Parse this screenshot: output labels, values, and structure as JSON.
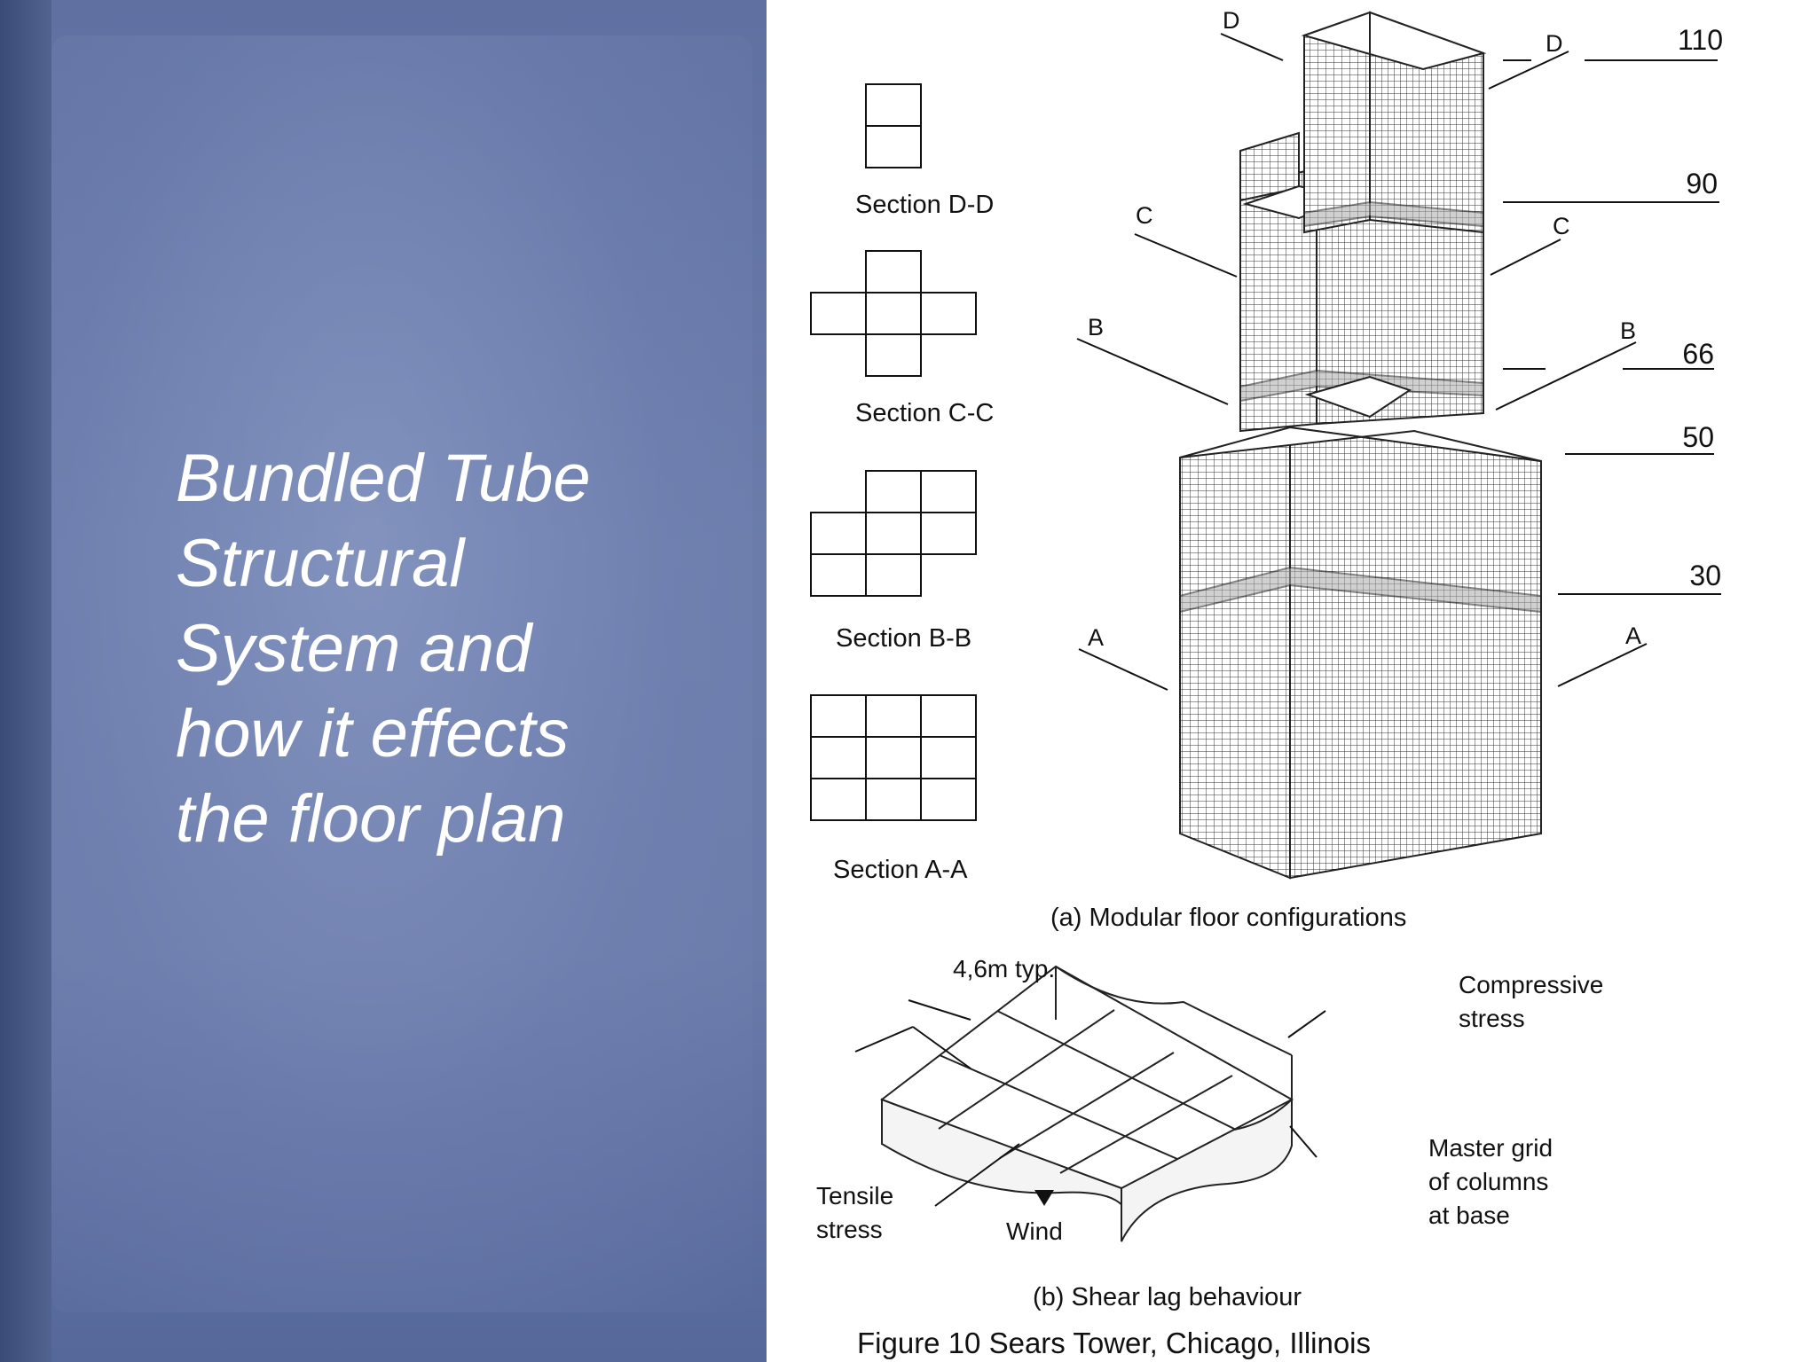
{
  "slide": {
    "title_lines": [
      "Bundled Tube",
      "Structural",
      "System and",
      "how it effects",
      "the floor plan"
    ]
  },
  "figure": {
    "sections": [
      {
        "label": "Section D-D",
        "cells": [
          [
            1,
            0,
            0
          ],
          [
            1,
            0,
            0
          ]
        ]
      },
      {
        "label": "Section C-C",
        "cells": [
          [
            0,
            1,
            0
          ],
          [
            1,
            1,
            1
          ],
          [
            0,
            1,
            0
          ]
        ]
      },
      {
        "label": "Section B-B",
        "cells": [
          [
            0,
            1,
            1
          ],
          [
            1,
            1,
            1
          ],
          [
            1,
            1,
            0
          ]
        ]
      },
      {
        "label": "Section A-A",
        "cells": [
          [
            1,
            1,
            1
          ],
          [
            1,
            1,
            1
          ],
          [
            1,
            1,
            1
          ]
        ]
      }
    ],
    "tower_section_marks": [
      "D",
      "D",
      "C",
      "C",
      "B",
      "B",
      "A",
      "A"
    ],
    "floor_levels": [
      "110",
      "90",
      "66",
      "50",
      "30"
    ],
    "caption_a": "(a) Modular floor configurations",
    "shear_lag": {
      "spacing_label": "4,6m typ.",
      "compressive_label": [
        "Compressive",
        "stress"
      ],
      "tensile_label": [
        "Tensile",
        "stress"
      ],
      "wind_label": "Wind",
      "master_grid_label": [
        "Master grid",
        "of columns",
        "at base"
      ]
    },
    "caption_b": "(b) Shear lag behaviour",
    "figure_caption": "Figure 10   Sears Tower, Chicago, Illinois"
  }
}
